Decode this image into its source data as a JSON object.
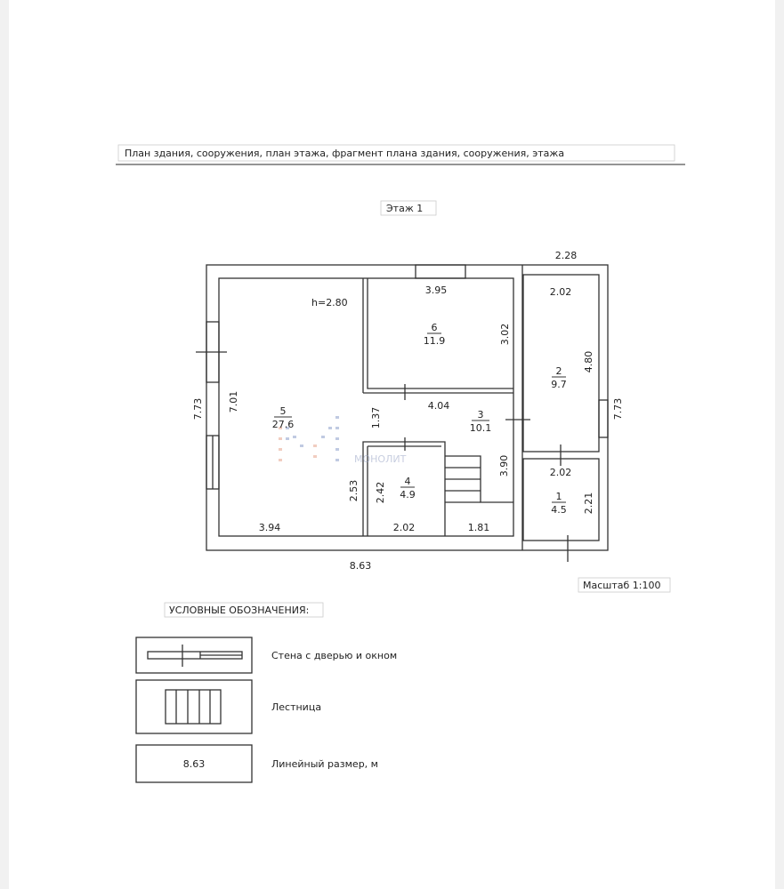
{
  "title": "План здания, сооружения, план этажа, фрагмент плана здания, сооружения, этажа",
  "floor_label": "Этаж 1",
  "height_label": "h=2.80",
  "watermark": "МОНОЛИТ",
  "scale_label": "Масштаб 1:100",
  "rooms": [
    {
      "number": "1",
      "area": "4.5"
    },
    {
      "number": "2",
      "area": "9.7"
    },
    {
      "number": "3",
      "area": "10.1"
    },
    {
      "number": "4",
      "area": "4.9"
    },
    {
      "number": "5",
      "area": "27.6"
    },
    {
      "number": "6",
      "area": "11.9"
    }
  ],
  "dimensions": {
    "overall_width": "8.63",
    "overall_height_left": "7.73",
    "overall_height_right": "7.73",
    "right_block_width": "2.28",
    "room5_height": "7.01",
    "room5_width": "3.94",
    "room6_width": "3.95",
    "room6_height": "3.02",
    "corridor_width": "4.04",
    "corridor_height": "1.37",
    "room3_height": "3.90",
    "room2_width": "2.02",
    "room2_height": "4.80",
    "room1_width": "2.02",
    "room1_height": "2.21",
    "room4_width": "2.02",
    "room4_height": "2.42",
    "room4_outer_height": "2.53",
    "stair_width": "1.81"
  },
  "legend": {
    "title": "УСЛОВНЫЕ ОБОЗНАЧЕНИЯ:",
    "items": [
      {
        "label": "Стена с дверью и окном"
      },
      {
        "label": "Лестница"
      },
      {
        "label": "Линейный размер, м",
        "sample": "8.63"
      }
    ]
  },
  "colors": {
    "line": "#333333",
    "watermark": "#9aa6c6"
  }
}
